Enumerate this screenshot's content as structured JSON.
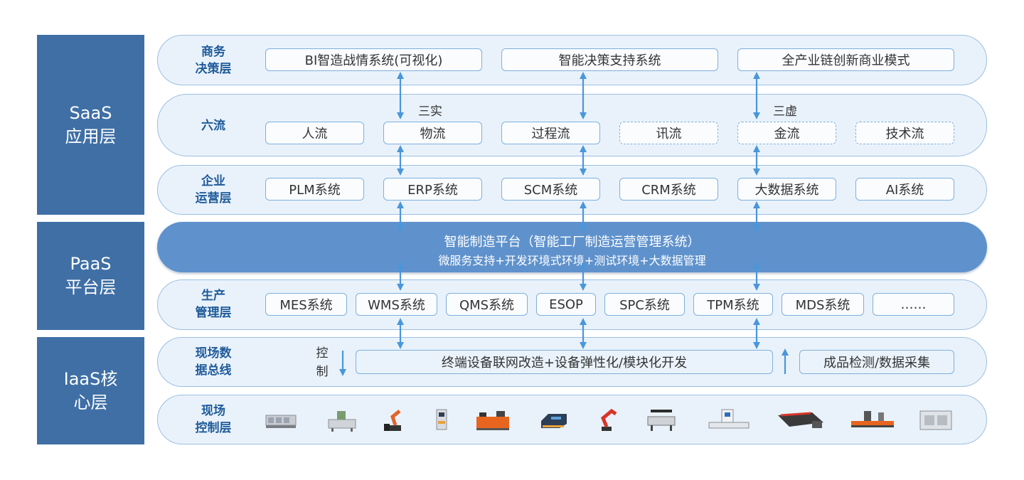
{
  "layers": {
    "saas": "SaaS\n应用层",
    "paas": "PaaS\n平台层",
    "iaas": "IaaS核\n心层"
  },
  "bands": {
    "business": {
      "label": "商务\n决策层",
      "boxes": [
        "BI智造战情系统(可视化)",
        "智能决策支持系统",
        "全产业链创新商业模式"
      ]
    },
    "flows": {
      "label": "六流",
      "tag_left": "三实",
      "tag_right": "三虚",
      "boxes": [
        "人流",
        "物流",
        "过程流",
        "讯流",
        "金流",
        "技术流"
      ]
    },
    "enterprise": {
      "label": "企业\n运营层",
      "boxes": [
        "PLM系统",
        "ERP系统",
        "SCM系统",
        "CRM系统",
        "大数据系统",
        "AI系统"
      ]
    },
    "platform": {
      "title": "智能制造平台（智能工厂制造运营管理系统）",
      "subtitle": "微服务支持+开发环境式环境+测试环境+大数据管理"
    },
    "production": {
      "label": "生产\n管理层",
      "boxes": [
        "MES系统",
        "WMS系统",
        "QMS系统",
        "ESOP",
        "SPC系统",
        "TPM系统",
        "MDS系统",
        "……"
      ]
    },
    "field_bus": {
      "label": "现场数\n据总线",
      "control_tag": "控\n制",
      "main_box": "终端设备联网改造+设备弹性化/模块化开发",
      "right_box": "成品检测/数据采集"
    },
    "field_control": {
      "label": "现场\n控制层",
      "equipment": [
        "assembly-line-icon",
        "workstation-icon",
        "robot-arm-icon",
        "press-machine-icon",
        "conveyor-icon",
        "agv-icon",
        "industrial-robot-icon",
        "test-bench-icon",
        "inspection-station-icon",
        "laser-cutter-icon",
        "welding-line-icon",
        "test-cell-icon"
      ]
    }
  },
  "colors": {
    "sidebar": "#3f6fa5",
    "band_fill": "#e9f2fb",
    "band_border": "#9cbfe2",
    "platform": "#5f92cc",
    "arrow": "#4a96db",
    "label": "#1f5b9a"
  }
}
